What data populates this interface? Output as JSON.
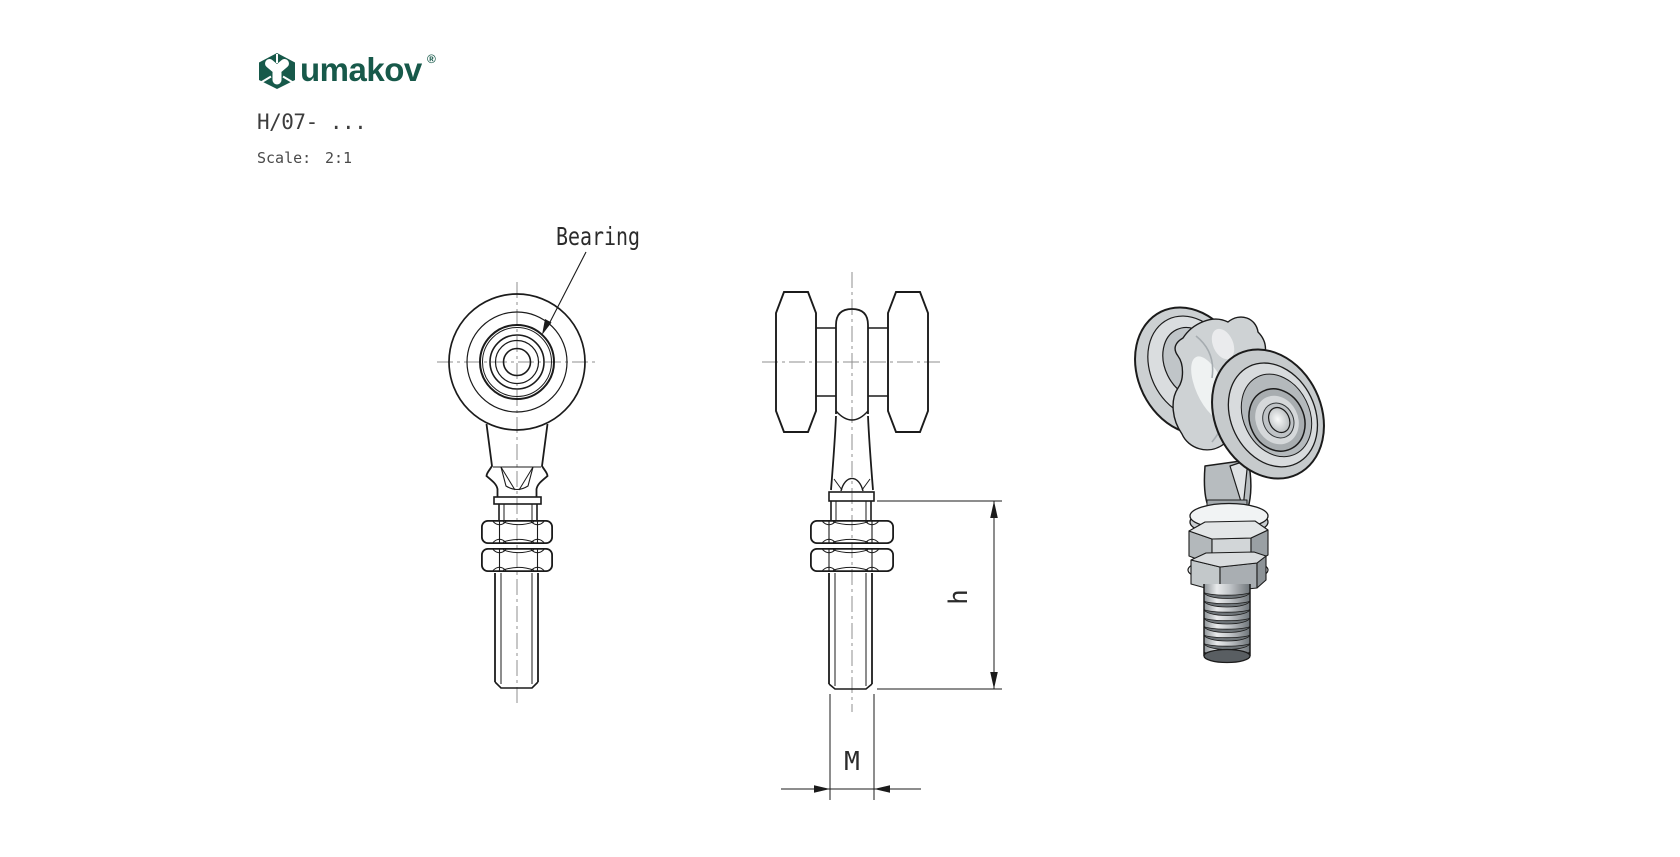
{
  "header": {
    "logo": {
      "brand": "umakov",
      "registered_mark": "®",
      "icon_name": "hex-trefoil-logo-icon",
      "brand_color": "#17594a"
    },
    "part_number": "H/07- ...",
    "scale": {
      "label": "Scale:",
      "value": "2:1"
    }
  },
  "drawing": {
    "labels": {
      "bearing": "Bearing",
      "height_dimension": "h",
      "thread_dimension": "M"
    },
    "colors": {
      "outline": "#1b1b1b",
      "centerline": "#8f8f8f",
      "metal_light": "#d4d7d9",
      "metal_mid": "#b0b5b8",
      "metal_dark": "#878d91",
      "background": "#ffffff"
    }
  }
}
